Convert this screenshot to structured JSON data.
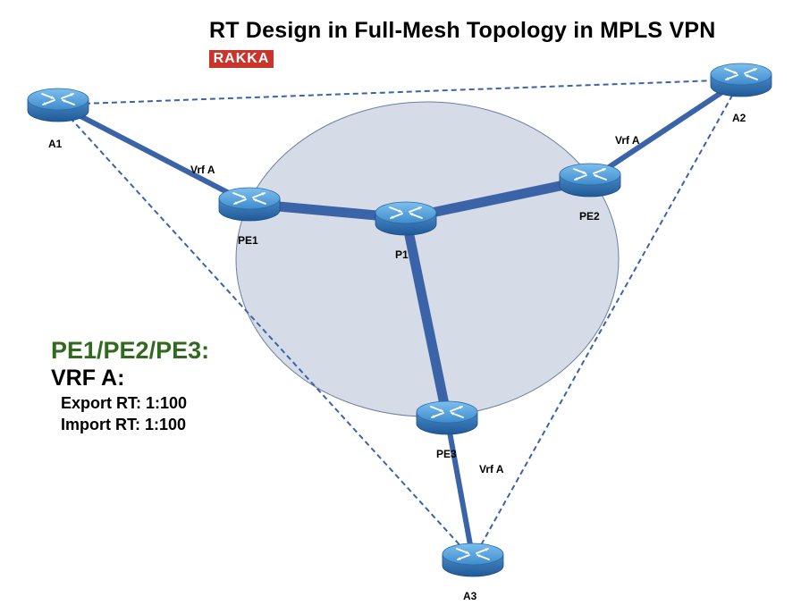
{
  "title": "RT Design in Full-Mesh Topology in MPLS VPN",
  "logo_text": "RAKKA",
  "colors": {
    "mpls_cloud_fill": "#d5dce7",
    "mpls_cloud_stroke": "#6a7f9c",
    "link": "#3b64a8",
    "dashed_link": "#3b64a8",
    "router_body": "#3576b7",
    "router_top": "#5ba3dc",
    "green_heading": "#2f6a1e",
    "logo_bg": "#c9342b"
  },
  "routers": [
    {
      "id": "A1",
      "label": "A1",
      "icon": "router-icon"
    },
    {
      "id": "A2",
      "label": "A2",
      "icon": "router-icon"
    },
    {
      "id": "A3",
      "label": "A3",
      "icon": "router-icon"
    },
    {
      "id": "PE1",
      "label": "PE1",
      "icon": "router-icon"
    },
    {
      "id": "PE2",
      "label": "PE2",
      "icon": "router-icon"
    },
    {
      "id": "PE3",
      "label": "PE3",
      "icon": "router-icon"
    },
    {
      "id": "P1",
      "label": "P1",
      "icon": "router-icon"
    }
  ],
  "links": [
    {
      "from": "A1",
      "to": "PE1",
      "style": "solid",
      "label": "Vrf A"
    },
    {
      "from": "A2",
      "to": "PE2",
      "style": "solid",
      "label": "Vrf A"
    },
    {
      "from": "A3",
      "to": "PE3",
      "style": "solid",
      "label": "Vrf A"
    },
    {
      "from": "PE1",
      "to": "P1",
      "style": "core"
    },
    {
      "from": "PE2",
      "to": "P1",
      "style": "core"
    },
    {
      "from": "PE3",
      "to": "P1",
      "style": "core"
    },
    {
      "from": "A1",
      "to": "A2",
      "style": "dashed"
    },
    {
      "from": "A1",
      "to": "A3",
      "style": "dashed"
    },
    {
      "from": "A2",
      "to": "A3",
      "style": "dashed"
    }
  ],
  "config": {
    "heading": "PE1/PE2/PE3:",
    "vrf": "VRF A:",
    "export_rt": "Export RT: 1:100",
    "import_rt": "Import RT: 1:100"
  }
}
